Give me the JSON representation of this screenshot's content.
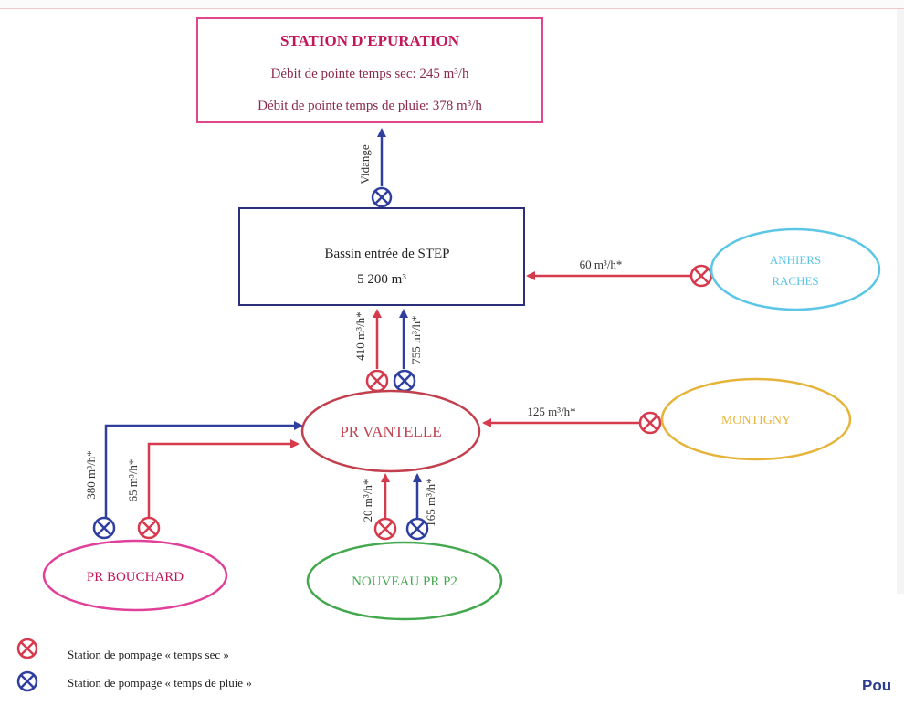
{
  "station": {
    "title": "STATION D'EPURATION",
    "line1": "Débit de pointe temps sec: 245 m³/h",
    "line2": "Débit de pointe temps de pluie: 378 m³/h"
  },
  "bassin": {
    "line1": "Bassin entrée de STEP",
    "line2": "5 200 m³"
  },
  "nodes": {
    "vantelle": "PR VANTELLE",
    "bouchard": "PR BOUCHARD",
    "p2": "NOUVEAU PR P2",
    "montigny": "MONTIGNY",
    "anhiers_l1": "ANHIERS",
    "anhiers_l2": "RACHES"
  },
  "flows": {
    "vidange": "Vidange",
    "anhiers": "60 m³/h*",
    "vantelle_dry": "410 m³/h*",
    "vantelle_rain": "755 m³/h*",
    "montigny": "125 m³/h*",
    "bouchard_rain": "380 m³/h*",
    "bouchard_dry": "65 m³/h*",
    "p2_dry": "20 m³/h*",
    "p2_rain": "165 m³/h*"
  },
  "legend": {
    "dry": "Station de pompage « temps sec »",
    "rain": "Station de pompage « temps de pluie »"
  },
  "corner": "Pou",
  "colors": {
    "dry": "#d63a4c",
    "rain": "#2f3f9e",
    "station_border": "#e0468c",
    "station_title": "#c2185b",
    "station_text": "#8b2a4a",
    "bassin_border": "#2b2f7a",
    "vantelle": "#c2404e",
    "bouchard": "#e0409a",
    "p2": "#43a84e",
    "montigny": "#e6b43a",
    "anhiers": "#5bc6e6"
  }
}
